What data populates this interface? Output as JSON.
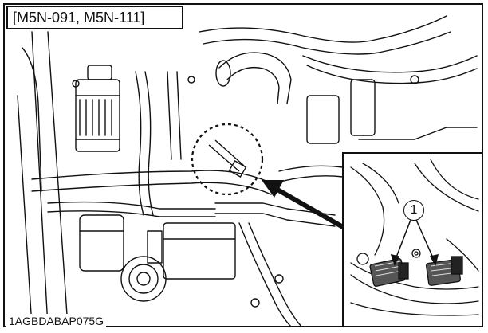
{
  "figure": {
    "model_label": "[M5N-091, M5N-111]",
    "figure_code": "1AGBDABAP075G",
    "callout_number": "1",
    "colors": {
      "line": "#111111",
      "background": "#ffffff"
    }
  }
}
